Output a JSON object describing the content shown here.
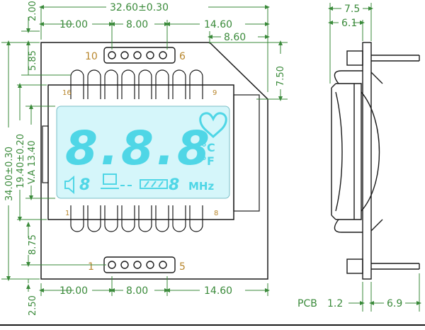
{
  "colors": {
    "ink": "#1a1a1a",
    "dimension": "#3a8a3a",
    "pin_label": "#b8862c",
    "lcd_segment": "#4fd6e6",
    "lcd_glass": "#d5f6fa"
  },
  "dimensions": {
    "overall_width": "32.60±0.30",
    "top_offset": "2.00",
    "pin_offset_top": "10.00",
    "pin_span_top": "8.00",
    "right_offset_top": "14.60",
    "right_inner": "8.60",
    "chamfer": "7.50",
    "pin_row_top": "5.85",
    "overall_height": "34.00±0.30",
    "glass_height": "19.40±0.20",
    "viewing_area": "V.A 13.40",
    "pin_row_bottom": "8.75",
    "bottom_offset": "2.50",
    "pin_offset_bottom": "10.00",
    "pin_span_bottom": "8.00",
    "right_offset_bottom": "14.60",
    "side_depth": "7.5",
    "side_inner": "6.1",
    "pcb_label": "PCB",
    "pcb_thickness": "1.2",
    "pin_length": "6.9"
  },
  "pins": {
    "top_left": "10",
    "top_right": "6",
    "bottom_left": "1",
    "bottom_right": "5",
    "glass_top_left": "16",
    "glass_top_right": "9",
    "glass_bottom_left": "1",
    "glass_bottom_right": "8"
  },
  "lcd": {
    "digits": "8.8.8",
    "celsius": "°C",
    "fahrenheit": "°F",
    "mhz": "MHz",
    "small_digit": "8",
    "small_digit2": "8"
  }
}
